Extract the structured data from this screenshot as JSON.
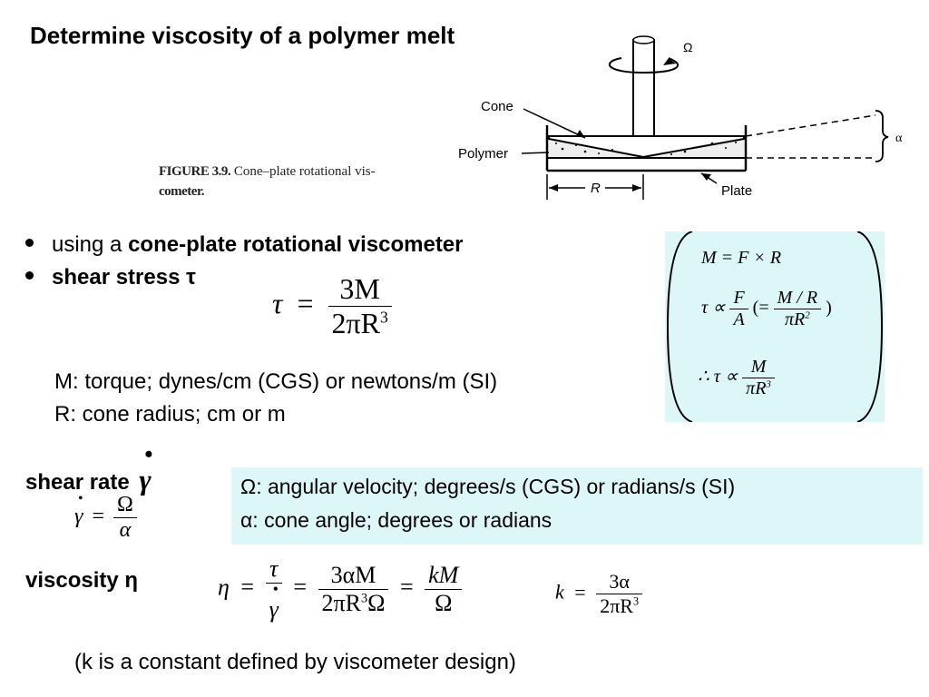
{
  "title": "Determine viscosity of a polymer melt",
  "figure": {
    "caption_label": "FIGURE 3.9.",
    "caption_line1": "Cone–plate rotational vis-",
    "caption_line2": "cometer.",
    "labels": {
      "omega": "Ω",
      "cone": "Cone",
      "polymer": "Polymer",
      "radius": "R",
      "plate": "Plate",
      "alpha": "α"
    }
  },
  "bullets": {
    "b1_prefix": "using a ",
    "b1_bold": "cone-plate rotational viscometer",
    "b2": "shear stress τ"
  },
  "shear_stress_eq": {
    "lhs": "τ",
    "eq": "=",
    "num": "3M",
    "den": "2πR",
    "exp": "3"
  },
  "definitions": {
    "m": "M: torque; dynes/cm (CGS) or newtons/m (SI)",
    "r": "R: cone radius; cm or m"
  },
  "derivation": {
    "line1": "M = F × R",
    "line2_lhs": "τ ∝",
    "line2_num": "F",
    "line2_den": "A",
    "line2_paren": "(=",
    "line2_num2": "M / R",
    "line2_den2": "πR",
    "line2_exp": "2",
    "line2_close": ")",
    "line3_lhs": "∴ τ ∝",
    "line3_num": "M",
    "line3_den": "πR",
    "line3_exp": "3"
  },
  "shear_rate": {
    "label": "shear rate",
    "symbol": "γ",
    "eq_lhs": "γ",
    "eq": "=",
    "num": "Ω",
    "den": "α"
  },
  "omega_box": {
    "line1": "Ω: angular velocity; degrees/s (CGS) or radians/s (SI)",
    "line2": "α: cone angle; degrees or radians"
  },
  "viscosity": {
    "label": "viscosity η",
    "lhs": "η",
    "eq": "=",
    "f1_num": "τ",
    "f1_den": "γ",
    "f2_num": "3αM",
    "f2_den": "2πR",
    "f2_exp": "3",
    "f2_den_tail": "Ω",
    "f3_num": "kM",
    "f3_den": "Ω"
  },
  "k_eq": {
    "lhs": "k",
    "eq": "=",
    "num": "3α",
    "den": "2πR",
    "exp": "3"
  },
  "footnote": "(k is a constant defined by viscometer design)"
}
